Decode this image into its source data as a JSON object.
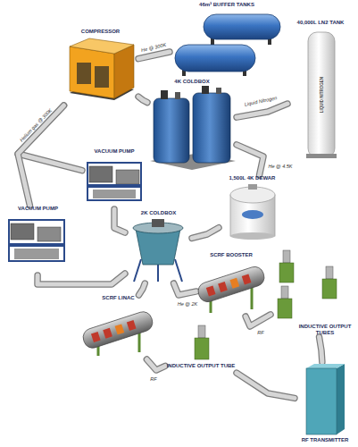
{
  "diagram": {
    "nodes": [
      {
        "text": [
          "46m³ BUFFER TANKS"
        ]
      },
      {
        "text": [
          "COMPRESSOR"
        ]
      },
      {
        "text": [
          "40,000L LN2 TANK"
        ]
      },
      {
        "text": [
          "4K COLDBOX"
        ]
      },
      {
        "text": [
          "VACUUM PUMP"
        ]
      },
      {
        "text": [
          "VACUUM PUMP"
        ]
      },
      {
        "text": [
          "1,500L 4K DEWAR"
        ]
      },
      {
        "text": [
          "2K COLDBOX"
        ]
      },
      {
        "text": [
          "SCRF BOOSTER"
        ]
      },
      {
        "text": [
          "SCRF LINAC"
        ]
      },
      {
        "text": [
          "INDUCTIVE OUTPUT TUBES"
        ]
      },
      {
        "text": [
          "INDUCTIVE OUTPUT TUBE"
        ]
      },
      {
        "text": [
          "RF TRANSMITTER"
        ]
      }
    ],
    "edges": [
      {
        "from": 1,
        "to": 0,
        "label": "He @ 300K",
        "arrow": "none"
      },
      {
        "from": 4,
        "to": 1,
        "label": "Helium gas @ 300K",
        "arrow": "none"
      },
      {
        "from": 5,
        "to": 1,
        "arrow": "none"
      },
      {
        "from": 1,
        "to": 3,
        "arrow": "none"
      },
      {
        "from": 2,
        "to": 3,
        "label": "Liquid Nitrogen",
        "arrow": "none"
      },
      {
        "from": 3,
        "to": 6,
        "label": "He @ 4.5K",
        "arrow": "none"
      },
      {
        "from": 6,
        "to": 7,
        "arrow": "none"
      },
      {
        "from": 4,
        "to": 7,
        "arrow": "none"
      },
      {
        "from": 5,
        "to": 7,
        "arrow": "none"
      },
      {
        "from": 7,
        "to": 8,
        "label": "He @ 2K",
        "arrow": "none"
      },
      {
        "from": 7,
        "to": 9,
        "arrow": "none"
      },
      {
        "from": 8,
        "to": 10,
        "label": "RF",
        "arrow": "none"
      },
      {
        "from": 9,
        "to": 11,
        "label": "RF",
        "arrow": "none"
      },
      {
        "from": 10,
        "to": 12,
        "arrow": "none"
      },
      {
        "from": 11,
        "to": 12,
        "arrow": "none"
      }
    ],
    "labels": [
      "LIQUID NITROGEN"
    ]
  }
}
